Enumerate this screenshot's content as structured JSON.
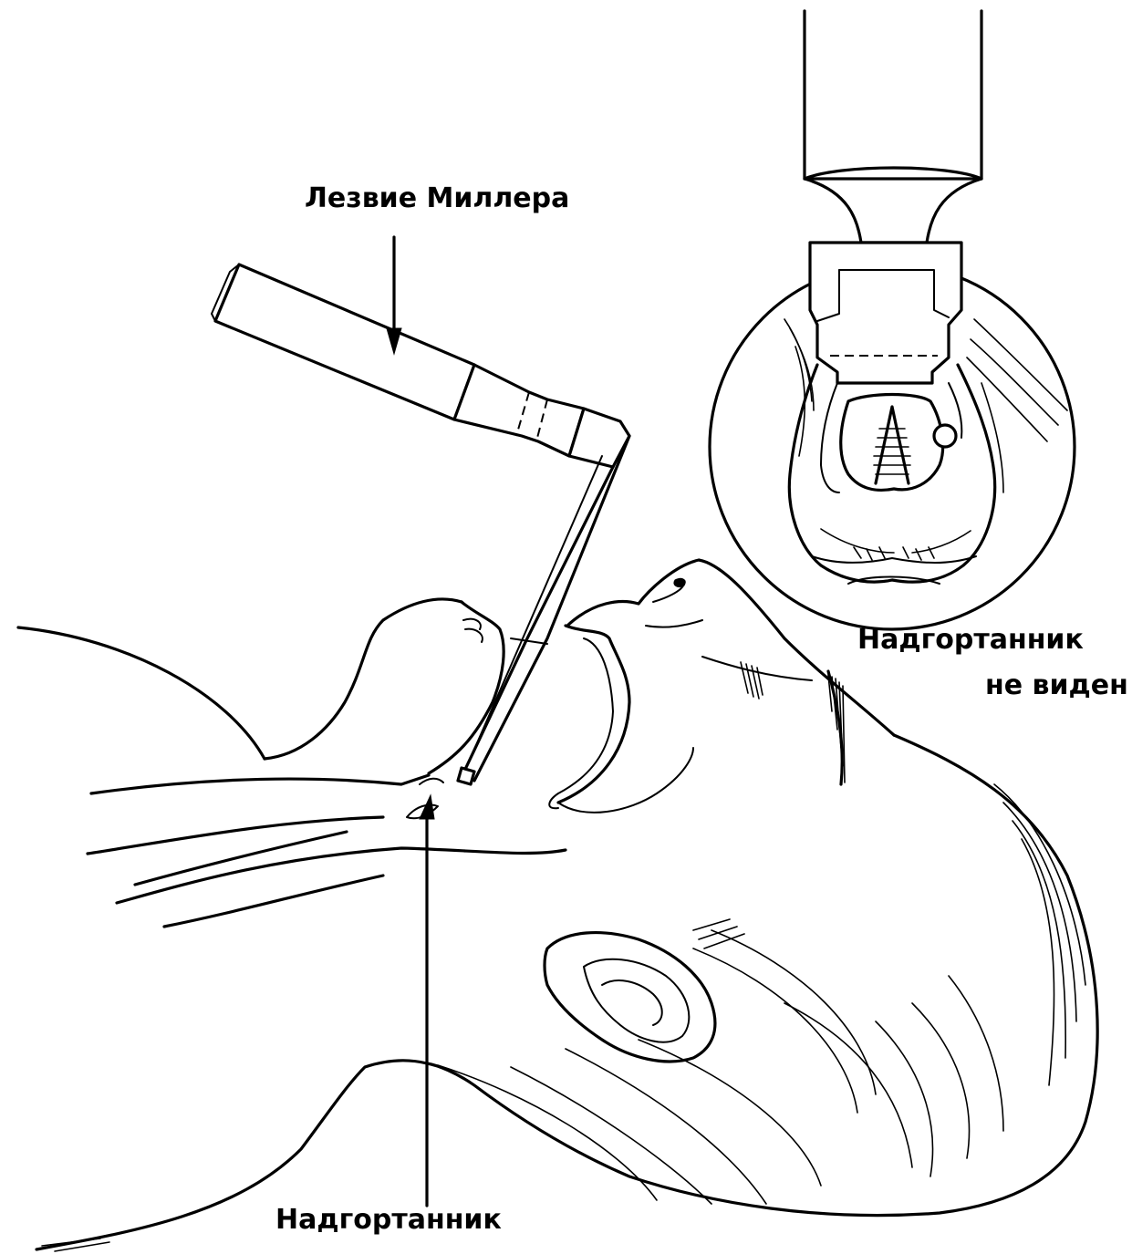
{
  "labels": {
    "miller_blade": "Лезвие Миллера",
    "epiglottis_not_visible_line1": "Надгортанник",
    "epiglottis_not_visible_line2": "не виден",
    "epiglottis": "Надгортанник"
  }
}
